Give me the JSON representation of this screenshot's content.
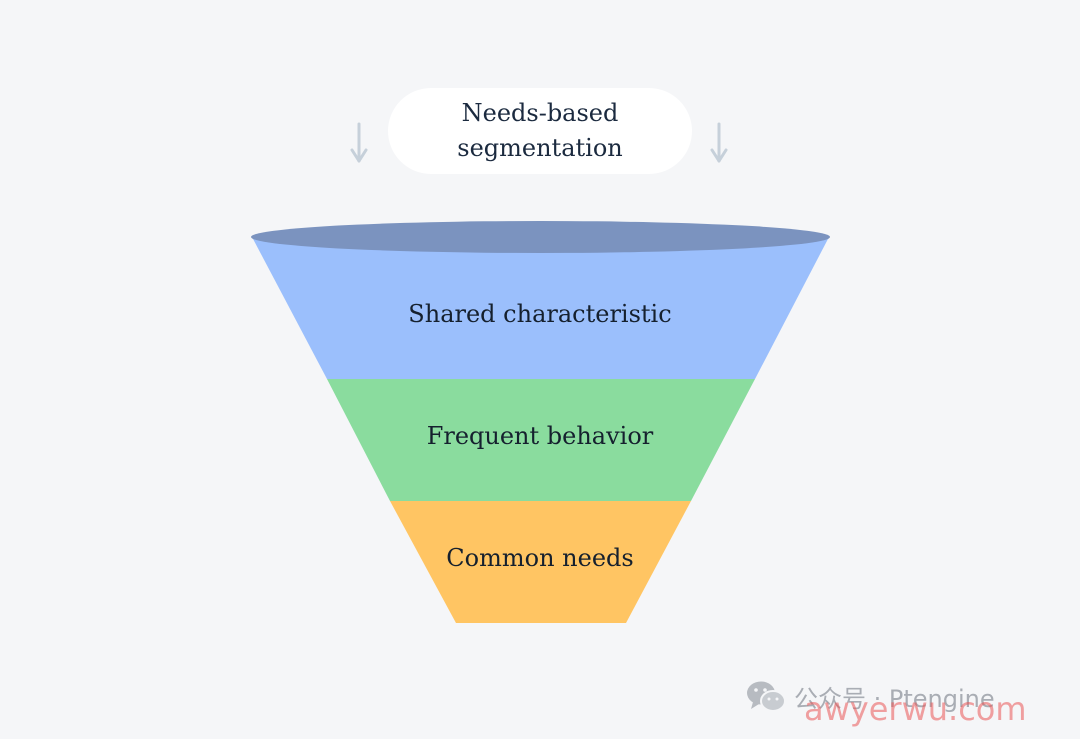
{
  "title_box": {
    "line1": "Needs-based",
    "line2": "segmentation"
  },
  "funnel": {
    "tiers": [
      {
        "label": "Shared characteristic",
        "color": "#9bbffc"
      },
      {
        "label": "Frequent behavior",
        "color": "#8adc9e"
      },
      {
        "label": "Common needs",
        "color": "#ffc563"
      }
    ],
    "rim_color": "#7b93bf",
    "arrow_color": "#c6d0da"
  },
  "watermark": {
    "text": "公众号 · Ptengine",
    "icon": "wechat-icon",
    "site": "awyerwu.com"
  }
}
